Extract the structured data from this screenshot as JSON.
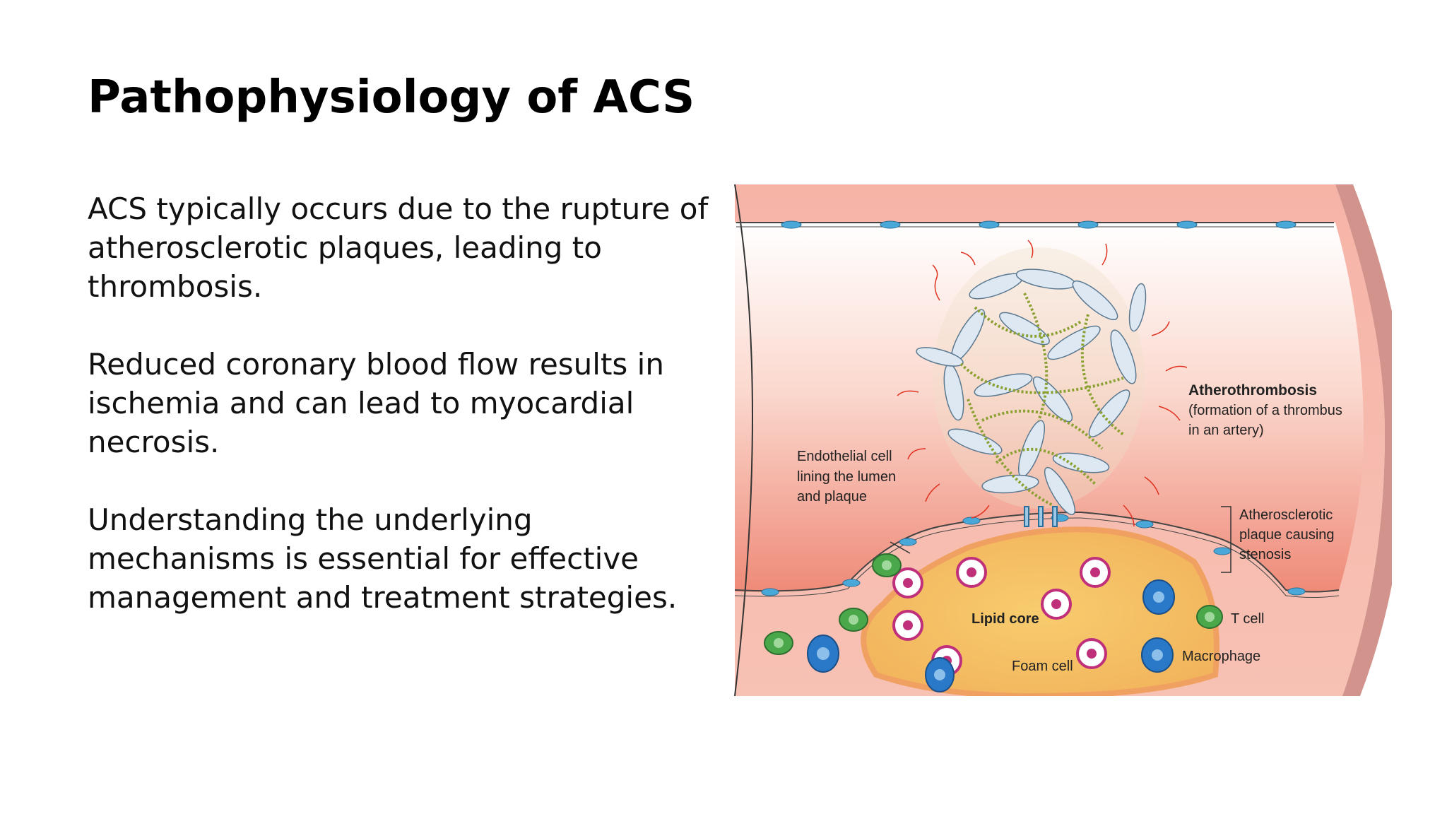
{
  "slide": {
    "title": "Pathophysiology of ACS",
    "paragraphs": [
      "ACS typically occurs due to the rupture of atherosclerotic plaques, leading to thrombosis.",
      "Reduced coronary blood flow results in ischemia and can lead to myocardial necrosis.",
      "Understanding the underlying mechanisms is essential for effective management and treatment strategies."
    ]
  },
  "diagram": {
    "labels": {
      "atherothrombosis_title": "Atherothrombosis",
      "atherothrombosis_desc_1": "(formation of a thrombus",
      "atherothrombosis_desc_2": "in an artery)",
      "endothelial_1": "Endothelial cell",
      "endothelial_2": "lining the lumen",
      "endothelial_3": "and plaque",
      "plaque_1": "Atherosclerotic",
      "plaque_2": "plaque causing",
      "plaque_3": "stenosis",
      "lipid_core": "Lipid core",
      "foam_cell": "Foam cell",
      "t_cell": "T cell",
      "macrophage": "Macrophage"
    },
    "colors": {
      "vessel_wall": "#f5b5a8",
      "lumen_top": "#ffffff",
      "lumen_bottom": "#ef8a78",
      "lipid_core": "#f6c56a",
      "lipid_rim": "#f0a86a",
      "endothelial_nucleus": "#4aa8d8",
      "t_cell": "#4aa84a",
      "macrophage": "#2a78c8",
      "foam_cell": "#c0307a",
      "platelet": "#dde8f2",
      "fibrin": "#e03020"
    }
  }
}
